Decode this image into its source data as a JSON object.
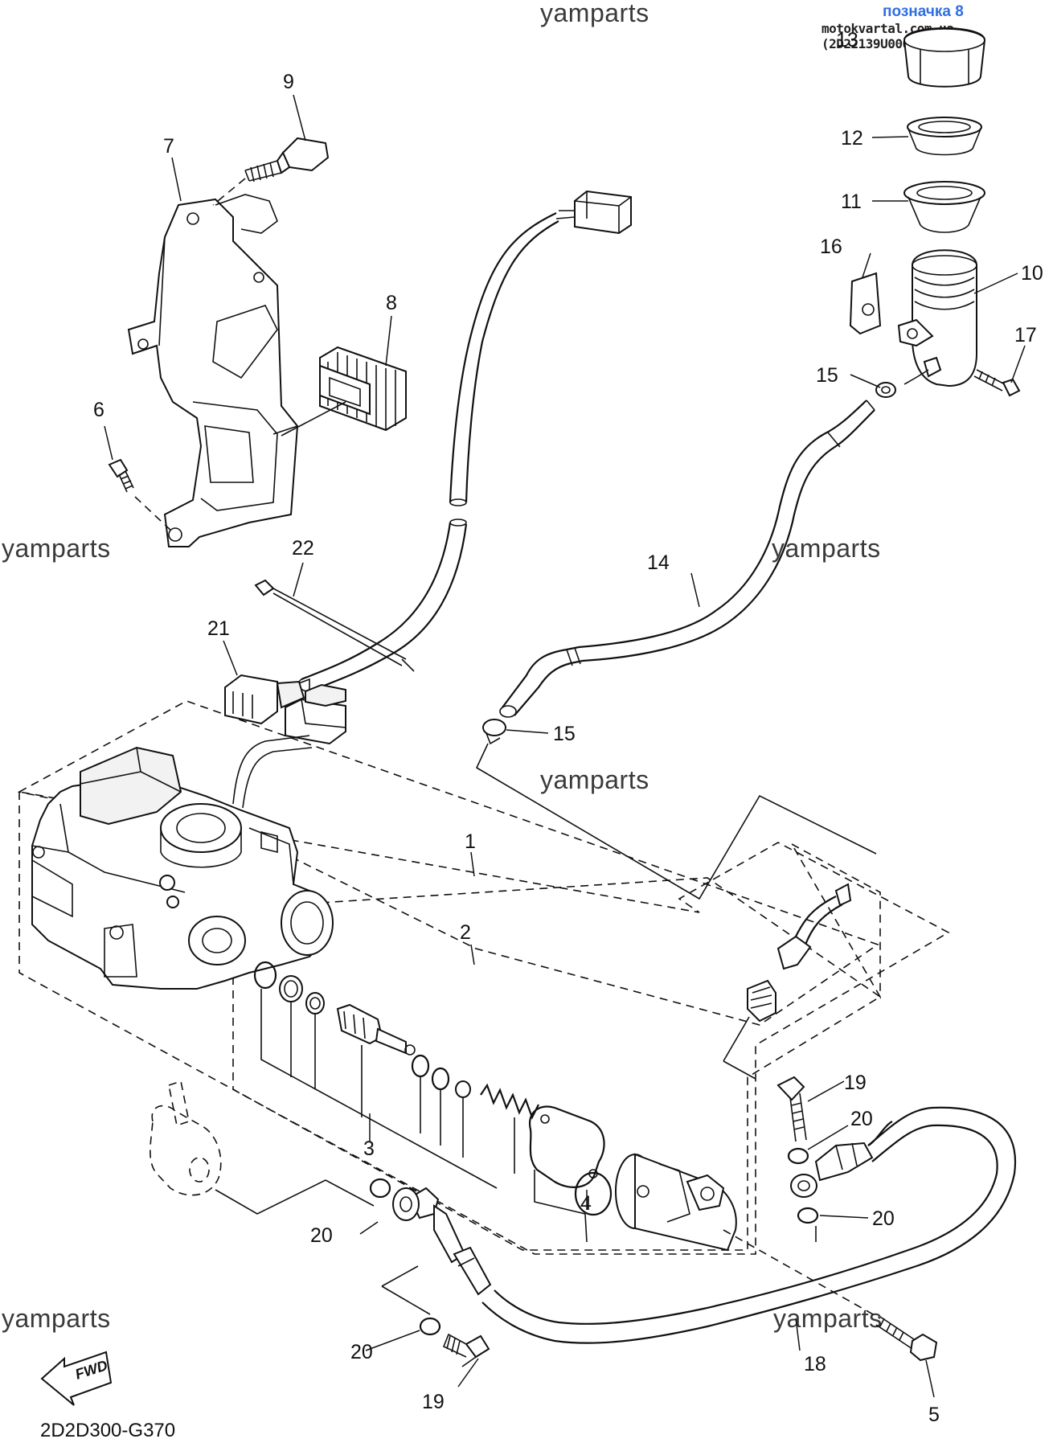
{
  "watermarks": [
    "yamparts",
    "yamparts",
    "yamparts",
    "yamparts",
    "yamparts",
    "yamparts"
  ],
  "header": {
    "link_text": "позначка 8",
    "site_text": "motokvartal.com.ua (2D22139U0000)"
  },
  "diagram_code": "2D2D300-G370",
  "fwd_label": "FWD",
  "callouts": {
    "c1": "1",
    "c2": "2",
    "c3": "3",
    "c4": "4",
    "c5": "5",
    "c6": "6",
    "c7": "7",
    "c8": "8",
    "c9": "9",
    "c10": "10",
    "c11": "11",
    "c12": "12",
    "c13": "13",
    "c14": "14",
    "c15a": "15",
    "c15b": "15",
    "c16": "16",
    "c17": "17",
    "c18": "18",
    "c19a": "19",
    "c19b": "19",
    "c20a": "20",
    "c20b": "20",
    "c20c": "20",
    "c20d": "20",
    "c21": "21",
    "c22": "22"
  }
}
